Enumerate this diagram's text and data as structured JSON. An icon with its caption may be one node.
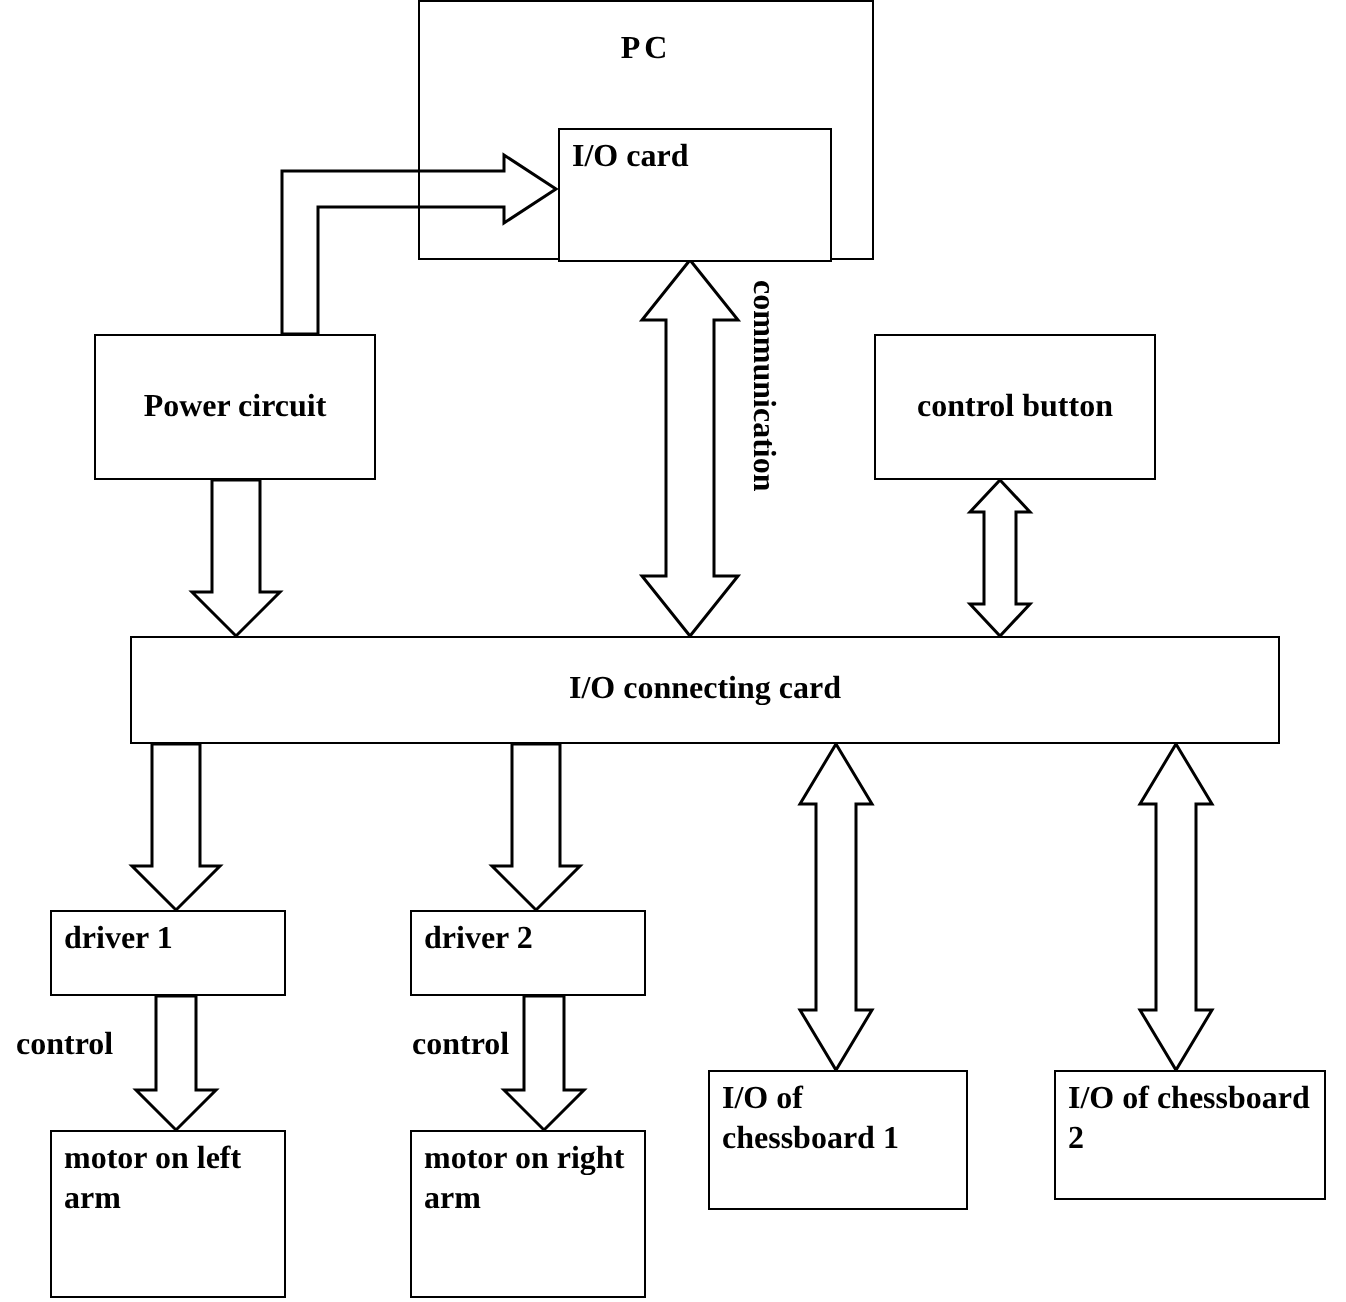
{
  "diagram": {
    "nodes": [
      {
        "text": [
          "PC"
        ]
      },
      {
        "text": [
          "I/O card"
        ],
        "in": 0
      },
      {
        "text": [
          "Power circuit"
        ]
      },
      {
        "text": [
          "control button"
        ]
      },
      {
        "text": [
          "I/O connecting card"
        ]
      },
      {
        "text": [
          "driver 1"
        ]
      },
      {
        "text": [
          "driver 2"
        ]
      },
      {
        "text": [
          "motor on left arm"
        ]
      },
      {
        "text": [
          "motor on right arm"
        ]
      },
      {
        "text": [
          "I/O of chessboard 1"
        ]
      },
      {
        "text": [
          "I/O of chessboard 2"
        ]
      }
    ],
    "edges": [
      {
        "from": 2,
        "to": 1,
        "arrow": "to"
      },
      {
        "from": 1,
        "to": 4,
        "arrow": "both",
        "label": "communication"
      },
      {
        "from": 2,
        "to": 4,
        "arrow": "to"
      },
      {
        "from": 3,
        "to": 4,
        "arrow": "both"
      },
      {
        "from": 4,
        "to": 5,
        "arrow": "to"
      },
      {
        "from": 4,
        "to": 6,
        "arrow": "to"
      },
      {
        "from": 5,
        "to": 7,
        "arrow": "to",
        "label": "control"
      },
      {
        "from": 6,
        "to": 8,
        "arrow": "to",
        "label": "control"
      },
      {
        "from": 4,
        "to": 9,
        "arrow": "both"
      },
      {
        "from": 4,
        "to": 10,
        "arrow": "both"
      }
    ]
  }
}
